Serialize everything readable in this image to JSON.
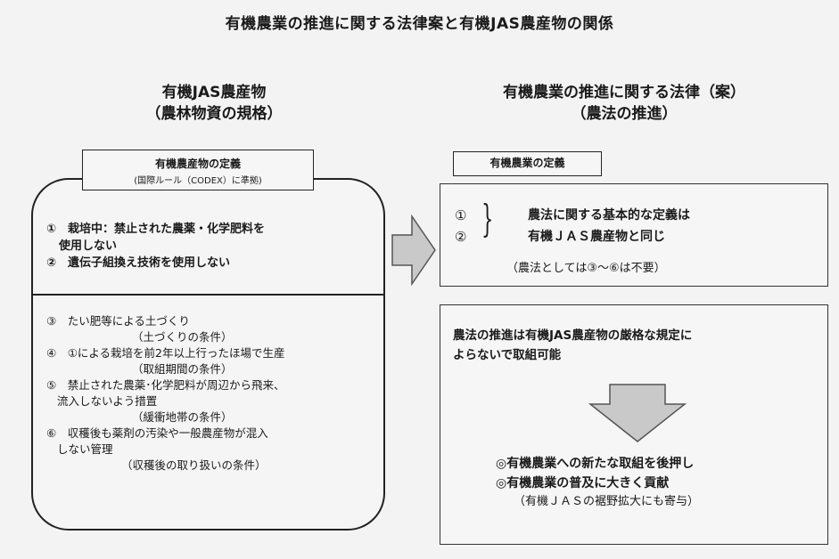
{
  "title": "有機農業の推進に関する法律案と有機JAS農産物の関係",
  "left": {
    "heading_line1": "有機JAS農産物",
    "heading_line2": "（農林物資の規格）",
    "definition_label": "有機農産物の定義",
    "definition_sub": "(国際ルール（CODEX）に準拠)",
    "items_upper": [
      {
        "line1": "①　栽培中：禁止された農薬・化学肥料を",
        "line2": "使用しない"
      },
      {
        "line1": "②　遺伝子組換え技術を使用しない"
      }
    ],
    "items_lower": [
      {
        "line1": "③　たい肥等による土づくり",
        "cond": "（土づくりの条件）"
      },
      {
        "line1": "④　①による栽培を前2年以上行ったほ場で生産",
        "cond": "（取組期間の条件）"
      },
      {
        "line1": "⑤　禁止された農薬･化学肥料が周辺から飛来、",
        "line2": "流入しないよう措置",
        "cond": "（緩衝地帯の条件）"
      },
      {
        "line1": "⑥　収穫後も薬剤の汚染や一般農産物が混入",
        "line2": "しない管理",
        "cond": "（収穫後の取り扱いの条件）"
      }
    ]
  },
  "right": {
    "heading_line1": "有機農業の推進に関する法律（案）",
    "heading_line2": "（農法の推進）",
    "definition_label": "有機農業の定義",
    "markers": [
      "①",
      "②"
    ],
    "brace": "}",
    "def_line1": "農法に関する基本的な定義は",
    "def_line2": "有機ＪＡＳ農産物と同じ",
    "def_note": "（農法としては③～⑥は不要）",
    "promo_line1": "農法の推進は有機JAS農産物の厳格な規定に",
    "promo_line2": "よらないで取組可能",
    "result_line1": "◎有機農業への新たな取組を後押し",
    "result_line2": "◎有機農業の普及に大きく貢献",
    "result_note": "（有機ＪＡＳの裾野拡大にも寄与）"
  },
  "colors": {
    "arrow_fill": "#c9c9c9",
    "arrow_stroke": "#555555",
    "background": "#f3f3f3"
  }
}
